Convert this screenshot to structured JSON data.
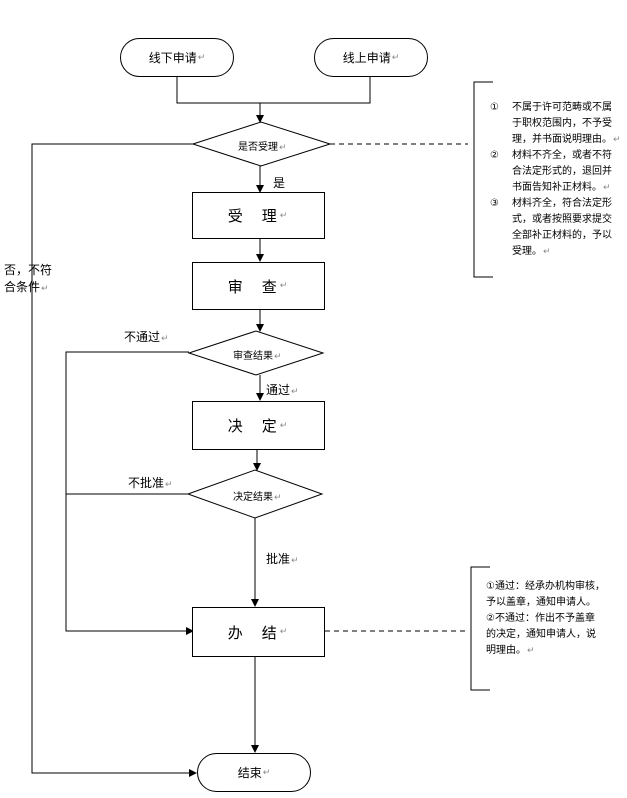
{
  "nodes": {
    "offline": "线下申请",
    "online": "线上申请",
    "accept_decision": "是否受理",
    "accept": "受　理",
    "review": "审　查",
    "review_decision": "审查结果",
    "decide": "决　定",
    "decide_decision": "决定结果",
    "complete": "办　结",
    "end": "结束"
  },
  "edges": {
    "yes": "是",
    "pass": "通过",
    "approve": "批准",
    "not_pass": "不通过",
    "not_approve": "不批准",
    "reject_line1": "否，不符",
    "reject_line2": "合条件"
  },
  "notes": {
    "accept": [
      {
        "num": "①",
        "lines": [
          "不属于许可范畴或不属",
          "于职权范围内，不予受",
          "理，并书面说明理由。"
        ]
      },
      {
        "num": "②",
        "lines": [
          "材料不齐全，或者不符",
          "合法定形式的，退回并",
          "书面告知补正材料。"
        ]
      },
      {
        "num": "③",
        "lines": [
          "材料齐全，符合法定形",
          "式，或者按照要求提交",
          "全部补正材料的，予以",
          "受理。"
        ]
      }
    ],
    "complete": [
      "①通过：经承办机构审核，",
      "予以盖章，通知申请人。",
      "②不通过：作出不予盖章",
      "的决定，通知申请人，说",
      "明理由。"
    ]
  },
  "mark": "↵"
}
